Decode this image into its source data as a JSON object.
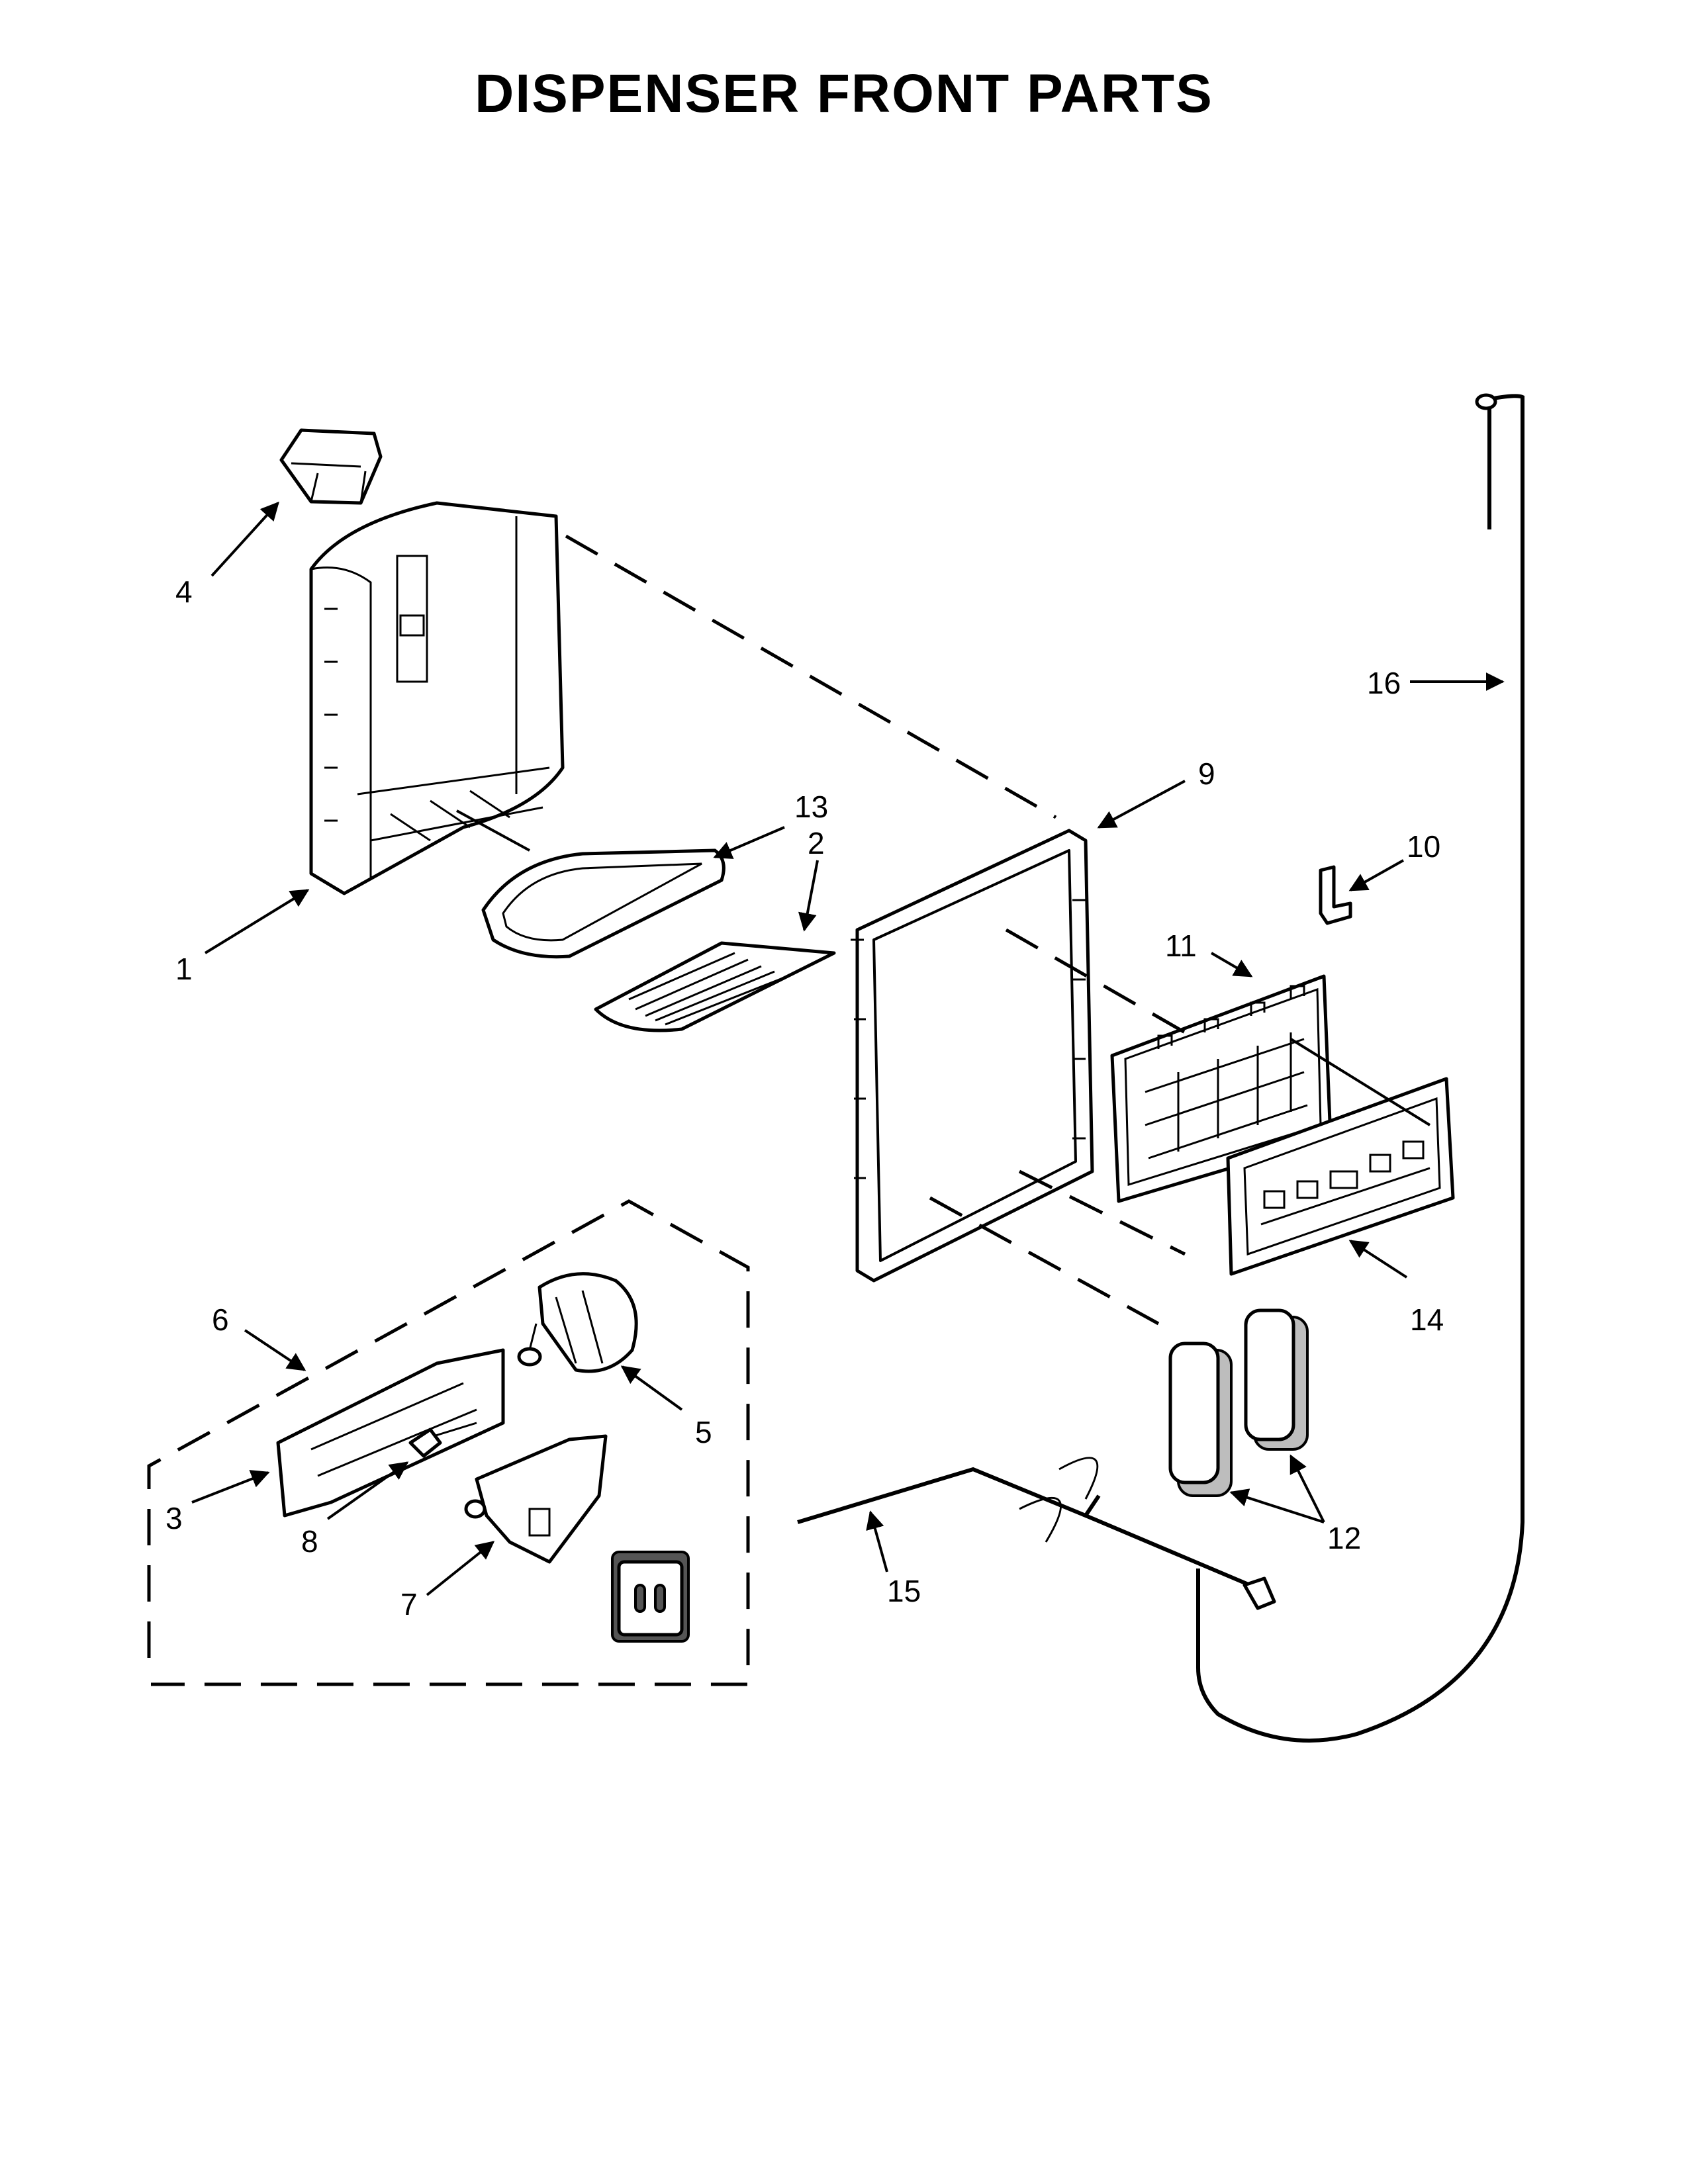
{
  "title": "DISPENSER FRONT PARTS",
  "callouts": [
    "1",
    "2",
    "3",
    "4",
    "5",
    "6",
    "7",
    "8",
    "9",
    "10",
    "11",
    "12",
    "12",
    "13",
    "14",
    "15",
    "16"
  ],
  "colors": {
    "ink": "#000000",
    "paper": "#ffffff",
    "shade": "#bdbdbd"
  }
}
